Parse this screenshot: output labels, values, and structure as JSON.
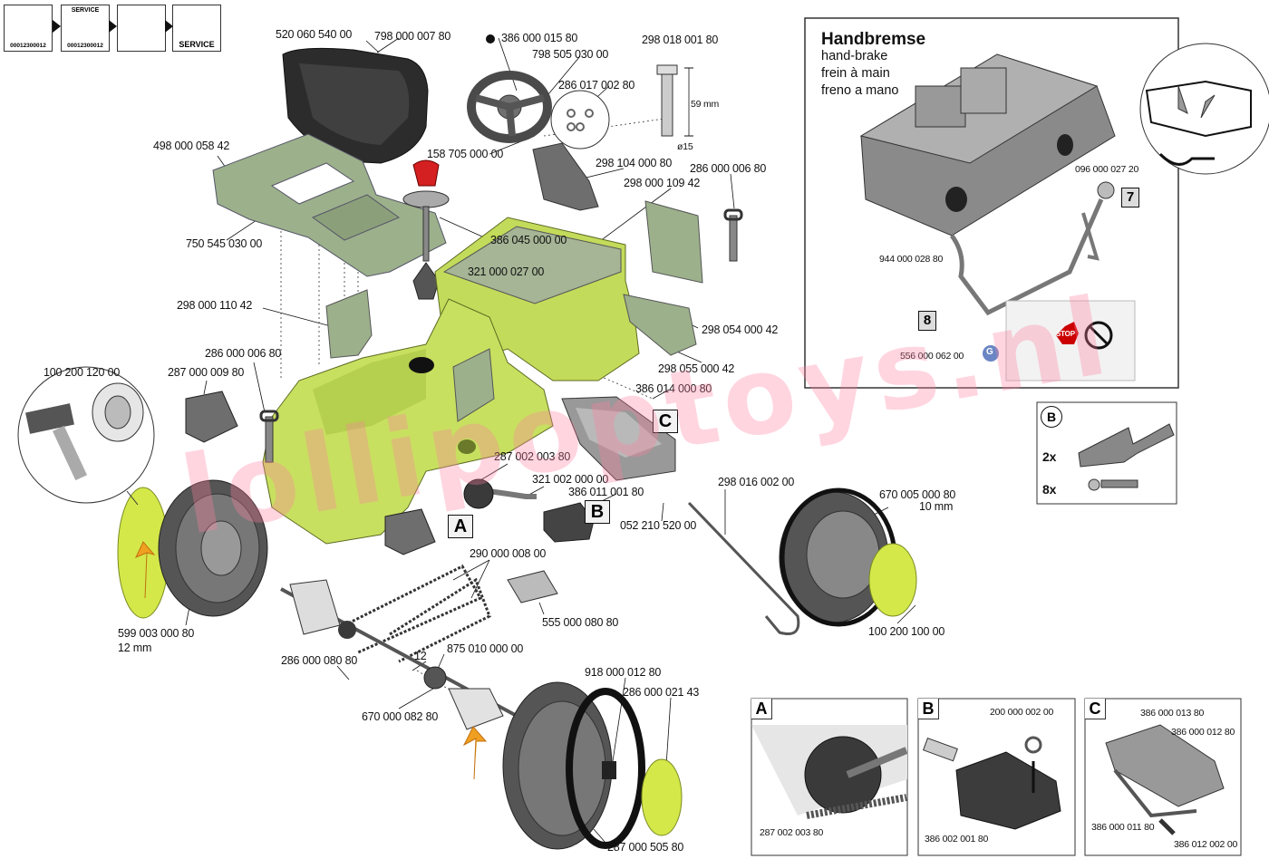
{
  "top_icons": [
    {
      "code": "00012300012",
      "label": ""
    },
    {
      "code": "00012300012",
      "label": "SERVICE"
    },
    {
      "code": "",
      "label": ""
    },
    {
      "code": "",
      "label": "SERVICE"
    }
  ],
  "parts": {
    "seat": "520 060 540 00",
    "seat_screw": "798 000 007 80",
    "steer_cap": "386 000 015 80",
    "steer_screw": "798 505 030 00",
    "steer_pin": "298 018 001 80",
    "steer_pin_dim": "59 mm",
    "steer_pin_dia": "ø15",
    "steer_clip": "286 017 002 80",
    "steer_bolt": "158 705 000 00",
    "fender_top": "498 000 058 42",
    "fender_screw": "750 545 030 00",
    "dash": "298 104 000 80",
    "hood_side": "298 000 109 42",
    "pin_right": "286 000 006 80",
    "shift": "386 045 000 00",
    "hood": "321 000 027 00",
    "panel_left": "298 000 110 42",
    "step_right": "298 054 000 42",
    "step_right2": "298 055 000 42",
    "axle_bracket": "386 014 000 80",
    "hub_cap_tool": "100 200 120 00",
    "pin_left": "286 000 006 80",
    "motor_mount": "287 000 009 80",
    "sprocket_a": "287 002 003 80",
    "crank": "321 002 000 00",
    "pedal": "386 011 001 80",
    "washer": "052 210 520 00",
    "steer_rod": "298 016 002 00",
    "front_wheel": "670 005 000 80",
    "front_wheel_size": "10 mm",
    "front_hub": "100 200 100 00",
    "chain": "290 000 008 00",
    "chain_guard": "555 000 080 80",
    "rear_wheel": "599 003 000 80",
    "rear_wheel_size": "12 mm",
    "axle_count": "12",
    "axle": "875 010 000 00",
    "bearing": "286 000 080 80",
    "hub_bearing": "670 000 082 80",
    "rear_insert": "918 000 012 80",
    "rear_cap": "286 000 021 43",
    "rear_tire_ring": "287 000 505 80"
  },
  "letters": {
    "a": "A",
    "b": "B",
    "c": "C"
  },
  "handbrake": {
    "title": "Handbremse",
    "lines": [
      "hand-brake",
      "frein à main",
      "freno a mano"
    ],
    "lever": "096 000 027 20",
    "rod": "944 000 028 80",
    "clip": "556 000 062 00",
    "step7": "7",
    "step8": "8",
    "g": "G",
    "stop": "STOP"
  },
  "hw_panel": {
    "letter": "B",
    "qty1": "2x",
    "qty2": "8x"
  },
  "inset_a": {
    "letter": "A",
    "part": "287 002 003 80"
  },
  "inset_b": {
    "letter": "B",
    "part1": "200 000 002 00",
    "part2": "386 002 001 80"
  },
  "inset_c": {
    "letter": "C",
    "part1": "386 000 013 80",
    "part2": "386 000 012 80",
    "part3": "386 000 011 80",
    "part4": "386 012 002 00"
  },
  "watermark": "lollipoptoys.nl",
  "colors": {
    "lime": "#c3db5a",
    "sage": "#9cb08c",
    "orange": "#f0a020"
  }
}
